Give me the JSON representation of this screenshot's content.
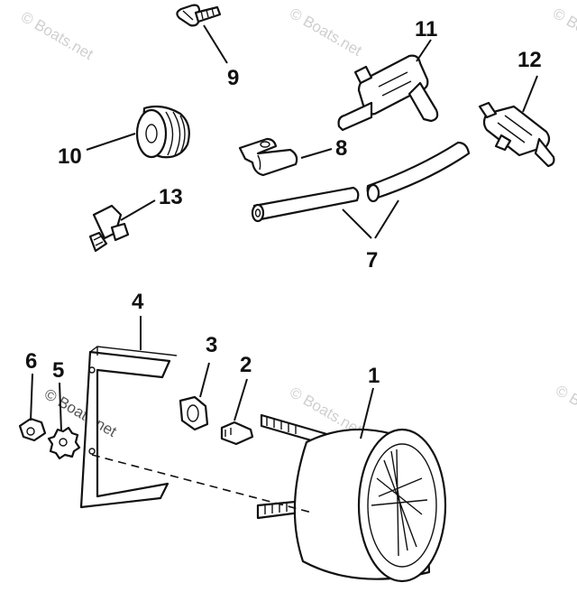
{
  "watermark": "© Boats.net",
  "callouts": {
    "c1": "1",
    "c2": "2",
    "c3": "3",
    "c4": "4",
    "c5": "5",
    "c6": "6",
    "c7": "7",
    "c8": "8",
    "c9": "9",
    "c10": "10",
    "c11": "11",
    "c12": "12",
    "c13": "13"
  }
}
